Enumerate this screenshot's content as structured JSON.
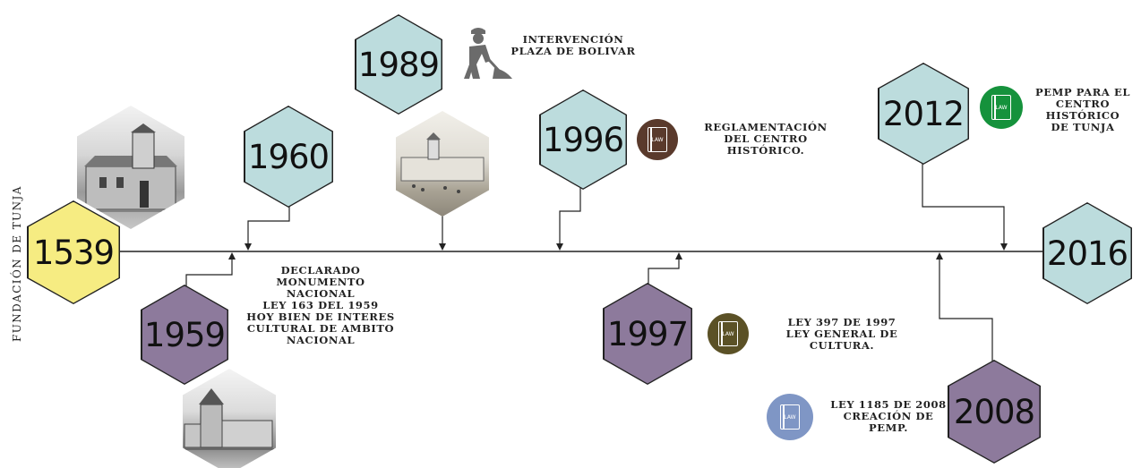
{
  "side_title": "FUNDACIÓN DE TUNJA",
  "events": [
    {
      "id": "1539",
      "year": "1539",
      "label": "",
      "color": "#f6ec82"
    },
    {
      "id": "1959",
      "year": "1959",
      "label": "DECLARADO MONUMENTO NACIONAL LEY 163 DEL 1959 HOY BIEN DE INTERES CULTURAL DE AMBITO NACIONAL",
      "color": "#8d7a9c"
    },
    {
      "id": "1960",
      "year": "1960",
      "label": "",
      "color": "#bcdcdd"
    },
    {
      "id": "1989",
      "year": "1989",
      "label": "INTERVENCIÓN PLAZA DE BOLIVAR",
      "color": "#bcdcdd"
    },
    {
      "id": "1996",
      "year": "1996",
      "label": "REGLAMENTACIÓN DEL CENTRO HISTÓRICO.",
      "color": "#bcdcdd"
    },
    {
      "id": "1997",
      "year": "1997",
      "label": "LEY 397 DE 1997 LEY GENERAL DE CULTURA.",
      "color": "#8d7a9c"
    },
    {
      "id": "2008",
      "year": "2008",
      "label": "LEY 1185 DE 2008 CREACIÓN DE PEMP.",
      "color": "#8d7a9c"
    },
    {
      "id": "2012",
      "year": "2012",
      "label": "PEMP PARA EL CENTRO HISTÓRICO DE TUNJA",
      "color": "#bcdcdd"
    },
    {
      "id": "2016",
      "year": "2016",
      "label": "",
      "color": "#bcdcdd"
    }
  ],
  "labels": {
    "l1959": [
      "DECLARADO",
      "MONUMENTO",
      "NACIONAL",
      "LEY 163 DEL 1959",
      "HOY BIEN DE INTERES",
      "CULTURAL DE AMBITO",
      "NACIONAL"
    ],
    "l1989": [
      "INTERVENCIÓN",
      "PLAZA DE BOLIVAR"
    ],
    "l1996": [
      "REGLAMENTACIÓN",
      "DEL CENTRO",
      "HISTÓRICO."
    ],
    "l1997": [
      "LEY 397 DE 1997",
      "LEY GENERAL DE",
      "CULTURA."
    ],
    "l2008": [
      "LEY 1185 DE 2008",
      "CREACIÓN DE",
      "PEMP."
    ],
    "l2012": [
      "PEMP PARA EL",
      "CENTRO",
      "HISTÓRICO",
      "DE TUNJA"
    ]
  },
  "law_icon_text": "LAW",
  "law_colors": {
    "c1996": "#5a3a2c",
    "c1997": "#5b5126",
    "c2008": "#7f96c5",
    "c2012": "#15923c"
  },
  "icons": {
    "worker": "construction-worker-icon",
    "law": "law-book-icon"
  }
}
